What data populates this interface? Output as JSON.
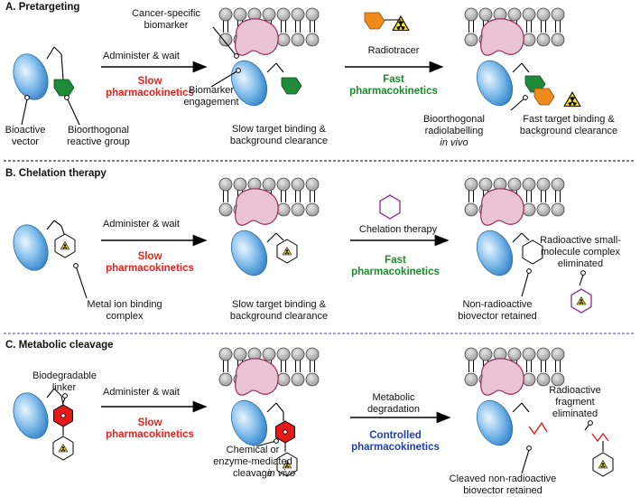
{
  "sections": [
    {
      "title": "A. Pretargeting",
      "step1": "Administer & wait",
      "step1_kinetics": "Slow pharmacokinetics",
      "step2": "Radiotracer",
      "step2_kinetics": "Fast pharmacokinetics",
      "labels": {
        "vector": "Bioactive vector",
        "group": "Bioorthogonal reactive group",
        "biomarker": "Cancer-specific biomarker",
        "engagement": "Biomarker engagement",
        "mid_caption": "Slow target binding & background clearance",
        "radiolabelling": "Bioorthogonal radiolabelling",
        "in_vivo": "in vivo",
        "right_caption": "Fast target binding & background clearance"
      }
    },
    {
      "title": "B. Chelation therapy",
      "step1": "Administer & wait",
      "step1_kinetics": "Slow pharmacokinetics",
      "step2": "Chelation therapy",
      "step2_kinetics": "Fast pharmacokinetics",
      "labels": {
        "complex": "Metal ion binding complex",
        "mid_caption": "Slow target binding & background clearance",
        "retained": "Non-radioactive biovector retained",
        "eliminated": "Radioactive small-molecule complex eliminated"
      }
    },
    {
      "title": "C. Metabolic cleavage",
      "step1": "Administer & wait",
      "step1_kinetics": "Slow pharmacokinetics",
      "step2": "Metabolic degradation",
      "step2_kinetics": "Controlled pharmacokinetics",
      "labels": {
        "linker": "Biodegradable linker",
        "cleavage": "Chemical or enzyme-mediated cleavage",
        "in_vivo": "in vivo",
        "retained": "Cleaved non-radioactive biovector retained",
        "eliminated": "Radioactive fragment eliminated"
      }
    }
  ],
  "colors": {
    "antibody": "#5aa6e0",
    "receptor": "#e9c3d3",
    "lipid_head": "#b4b4b4",
    "bioorthogonal_group": "#1f8a3a",
    "radiotracer": "#f08a1c",
    "hazard": "#f5e21a",
    "chelator_free": "#8e3b8e",
    "linker": "#e51b1b",
    "slow": "#e8221b",
    "fast": "#1a8a2a",
    "controlled": "#1f3fb2"
  }
}
